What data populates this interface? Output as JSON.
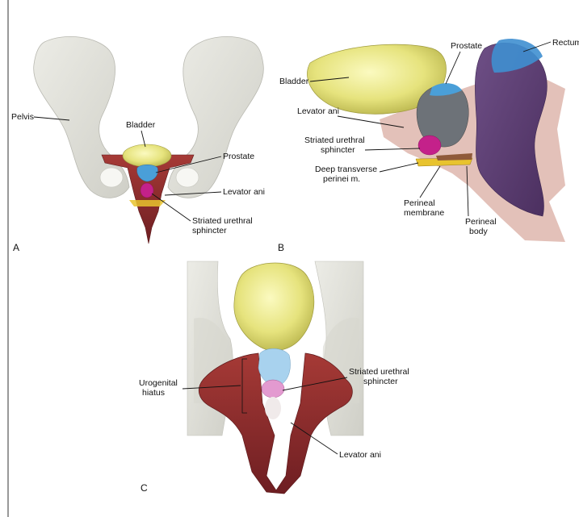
{
  "panels": [
    {
      "letter": "A",
      "labels": {
        "pelvis": "Pelvis",
        "bladder": "Bladder",
        "prostate": "Prostate",
        "levator_ani": "Levator ani",
        "striated_sphincter_1": "Striated urethral",
        "striated_sphincter_2": "sphincter"
      }
    },
    {
      "letter": "B",
      "labels": {
        "rectum": "Rectum",
        "prostate": "Prostate",
        "bladder": "Bladder",
        "levator_ani": "Levator ani",
        "striated_sphincter_1": "Striated urethral",
        "striated_sphincter_2": "sphincter",
        "deep_transverse_1": "Deep transverse",
        "deep_transverse_2": "perinei m.",
        "perineal_membrane_1": "Perineal",
        "perineal_membrane_2": "membrane",
        "perineal_body_1": "Perineal",
        "perineal_body_2": "body"
      }
    },
    {
      "letter": "C",
      "labels": {
        "striated_sphincter_1": "Striated urethral",
        "striated_sphincter_2": "sphincter",
        "urogenital_hiatus_1": "Urogenital",
        "urogenital_hiatus_2": "hiatus",
        "levator_ani": "Levator ani"
      }
    }
  ],
  "colors": {
    "bone": "#e3e3dc",
    "bladder": "#e9e78a",
    "prostate": "#4a9fd8",
    "sphincter": "#c4218a",
    "levator": "#8f2a2c",
    "rectum": "#5b3d72",
    "rectum_top": "#3f8fd0",
    "perineal_shadow": "#dcb2a8",
    "membrane": "#e8c32e"
  }
}
